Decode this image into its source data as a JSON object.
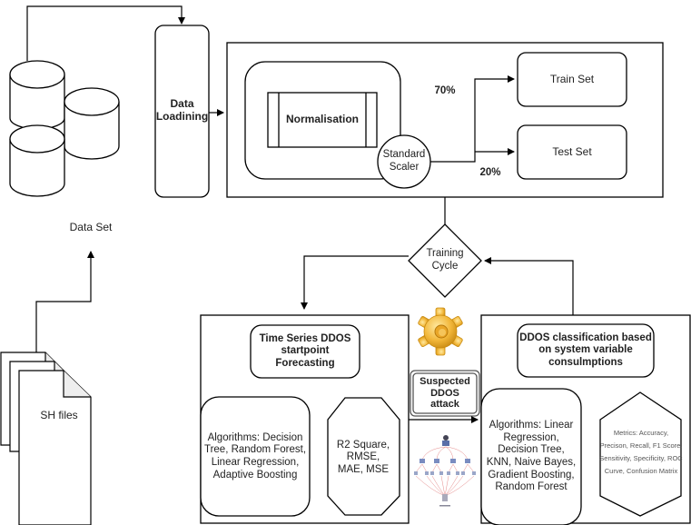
{
  "data_loading": {
    "label": "Data Loadining"
  },
  "data_set": {
    "label": "Data Set"
  },
  "sh_files": {
    "label": "SH files"
  },
  "preprocessing": {
    "normalisation": "Normalisation",
    "standard_scaler": "Standard Scaler",
    "train_pct": "70%",
    "test_pct": "20%",
    "train_set": "Train Set",
    "test_set": "Test Set"
  },
  "training_cycle": {
    "label": "Training Cycle"
  },
  "forecasting": {
    "title": "Time Series DDOS startpoint Forecasting",
    "algorithms": "Algorithms: Decision Tree, Random Forest, Linear Regression, Adaptive Boosting",
    "metrics": "R2 Square, RMSE, MAE, MSE"
  },
  "suspected": {
    "label": "Suspected DDOS attack"
  },
  "classification": {
    "title": "DDOS classification based on system variable consulmptions",
    "algorithms": "Algorithms: Linear Regression, Decision Tree, KNN, Naive Bayes, Gradient Boosting, Random Forest",
    "metrics": "Metrics: Accuracy, Precison, Recall, F1 Score, Sensitivity, Specificity, ROC Curve, Confusion Matrix"
  },
  "icons": {
    "gear": "gear-icon",
    "network": "network-diagram-icon"
  }
}
